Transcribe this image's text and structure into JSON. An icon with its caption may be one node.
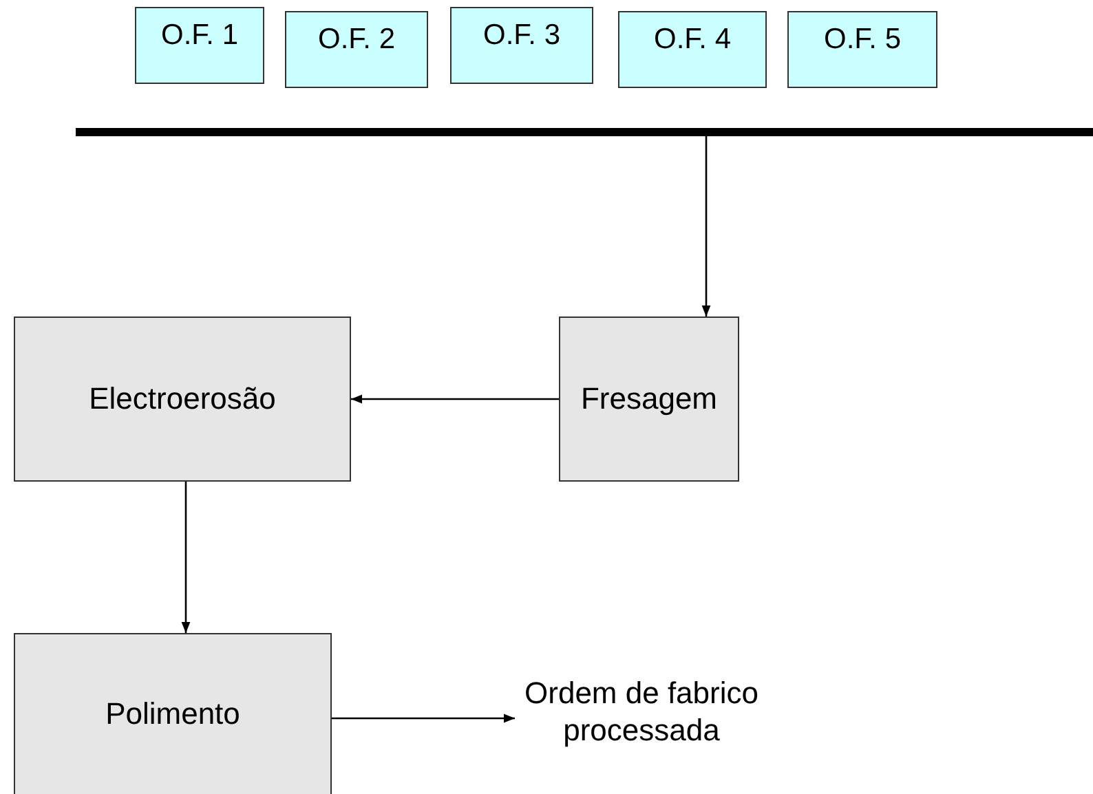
{
  "diagram": {
    "nodes": [
      {
        "text": [
          "O.F. 1"
        ]
      },
      {
        "text": [
          "O.F. 2"
        ]
      },
      {
        "text": [
          "O.F. 3"
        ]
      },
      {
        "text": [
          "O.F. 4"
        ]
      },
      {
        "text": [
          "O.F. 5"
        ]
      },
      {
        "text": [],
        "shape": "bar"
      },
      {
        "text": [
          "Electroerosão"
        ]
      },
      {
        "text": [
          "Fresagem"
        ]
      },
      {
        "text": [
          "Polimento"
        ]
      },
      {
        "text": [
          "Ordem de fabrico processada"
        ]
      }
    ],
    "edges": [
      {
        "from": 5,
        "to": 7,
        "arrow": "to"
      },
      {
        "from": 7,
        "to": 6,
        "arrow": "to"
      },
      {
        "from": 6,
        "to": 8,
        "arrow": "to"
      },
      {
        "from": 8,
        "to": 9,
        "arrow": "to"
      }
    ]
  }
}
